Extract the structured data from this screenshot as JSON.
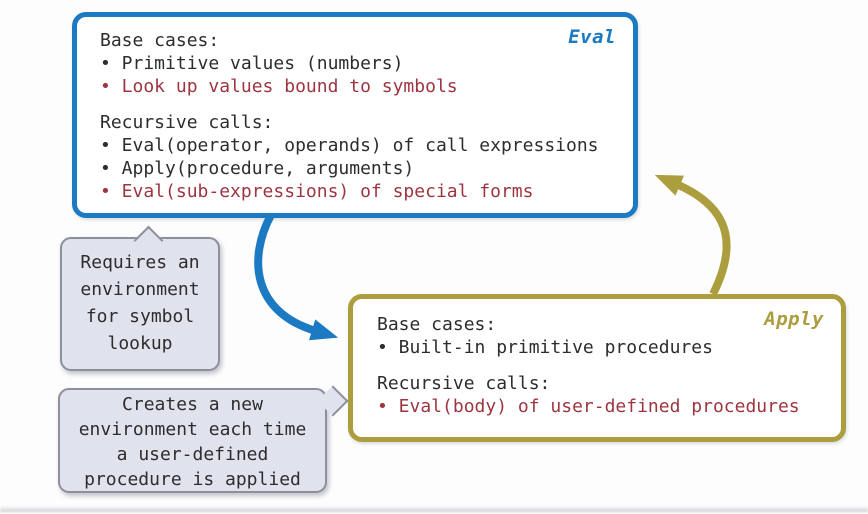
{
  "palette": {
    "blue": "#1b7ac1",
    "olive": "#ac9d3e",
    "red": "#9d3540",
    "dark": "#2d2d2d",
    "bubble_fill": "#e0e3ed",
    "bubble_border": "#8d909a",
    "background": "#fdfdfd",
    "box_fill": "#ffffff"
  },
  "eval_box": {
    "title": "Eval",
    "lines": [
      {
        "text": "Base cases:",
        "color": "#2d2d2d"
      },
      {
        "text": "• Primitive values (numbers)",
        "color": "#2d2d2d"
      },
      {
        "text": "• Look up values bound to symbols",
        "color": "#9d3540"
      },
      {
        "text": "Recursive calls:",
        "color": "#2d2d2d"
      },
      {
        "text": "• Eval(operator, operands) of call expressions",
        "color": "#2d2d2d"
      },
      {
        "text": "• Apply(procedure, arguments)",
        "color": "#2d2d2d"
      },
      {
        "text": "• Eval(sub-expressions) of special forms",
        "color": "#9d3540"
      }
    ]
  },
  "apply_box": {
    "title": "Apply",
    "lines": [
      {
        "text": "Base cases:",
        "color": "#2d2d2d"
      },
      {
        "text": "• Built-in primitive procedures",
        "color": "#2d2d2d"
      },
      {
        "text": "Recursive calls:",
        "color": "#2d2d2d"
      },
      {
        "text": "• Eval(body) of user-defined procedures",
        "color": "#9d3540"
      }
    ]
  },
  "bubbles": [
    {
      "text": "Requires an\nenvironment\nfor symbol\nlookup"
    },
    {
      "text": "Creates a new\nenvironment each time\na user-defined\nprocedure is applied"
    }
  ],
  "arrows": [
    {
      "name": "eval-to-apply",
      "color": "#1b7ac1"
    },
    {
      "name": "apply-to-eval",
      "color": "#ac9d3e"
    }
  ]
}
